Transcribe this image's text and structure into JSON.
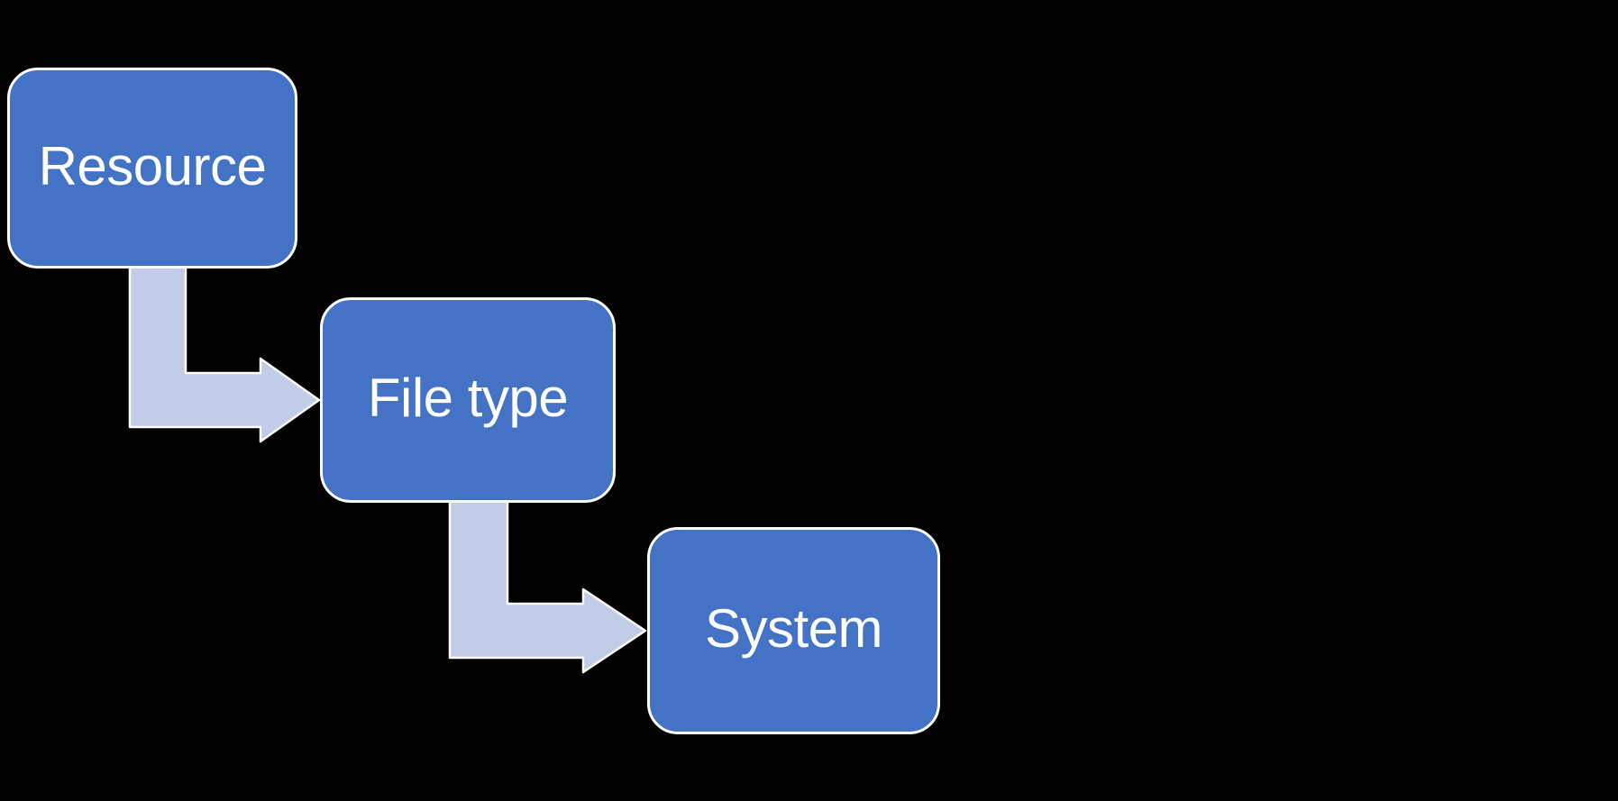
{
  "diagram": {
    "type": "step-down-process-flow",
    "background": "#000000",
    "nodes": [
      {
        "id": "resource",
        "label": "Resource"
      },
      {
        "id": "file-type",
        "label": "File type"
      },
      {
        "id": "system",
        "label": "System"
      }
    ],
    "connections": [
      {
        "from": "Resource",
        "to": "File type",
        "style": "elbow-arrow-down-right"
      },
      {
        "from": "File type",
        "to": "System",
        "style": "elbow-arrow-down-right"
      }
    ]
  },
  "colors": {
    "background": "#000000",
    "node_fill": "#4472C4",
    "node_border": "#FFFFFF",
    "node_text": "#FFFFFF",
    "arrow_fill": "#C3CCE6",
    "arrow_border": "#FFFFFF"
  }
}
